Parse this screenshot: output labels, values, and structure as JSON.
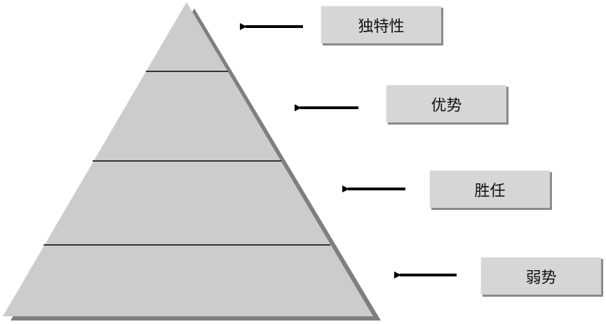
{
  "levels": [
    {
      "label": "独特性"
    },
    {
      "label": "优势"
    },
    {
      "label": "胜任"
    },
    {
      "label": "弱势"
    }
  ],
  "colors": {
    "pyramid_fill": "#cccccc",
    "pyramid_shadow": "#7f7f7f",
    "divider": "#000000",
    "arrow": "#000000",
    "box_fill": "#d6d6d6"
  }
}
